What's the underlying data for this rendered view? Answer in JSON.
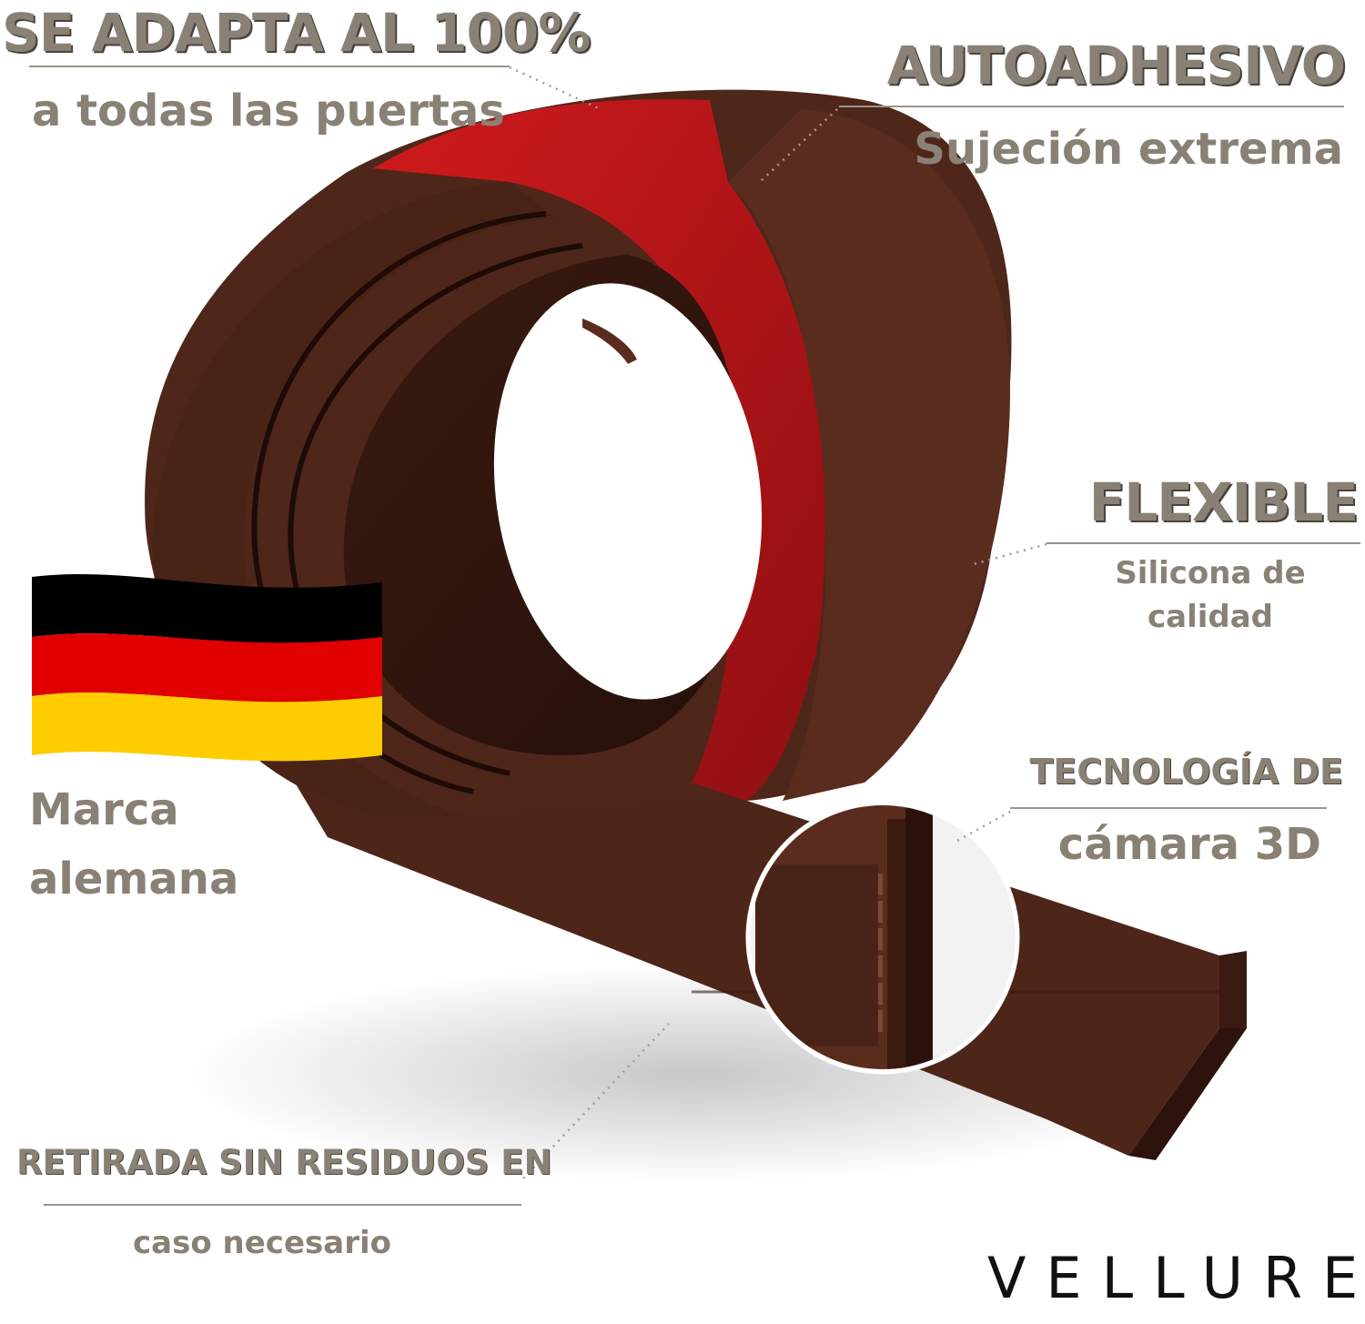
{
  "callouts": {
    "fit_title": "SE ADAPTA AL 100%",
    "fit_sub": "a todas las puertas",
    "adhesive_title": "AUTOADHESIVO",
    "adhesive_sub": "Sujeción extrema",
    "flexible_title": "FLEXIBLE",
    "flexible_sub_1": "Silicona de",
    "flexible_sub_2": "calidad",
    "tech_title": "TECNOLOGÍA DE",
    "tech_sub": "cámara 3D",
    "german_1": "Marca",
    "german_2": "alemana",
    "removal_title": "RETIRADA SIN RESIDUOS EN",
    "removal_sub": "caso necesario"
  },
  "brand": "VELLURE",
  "colors": {
    "text": "#8a8176",
    "seal_brown": "#4b2419",
    "seal_dark": "#2e140d",
    "adhesive_red": "#b3141a",
    "flag_black": "#000000",
    "flag_red": "#e00000",
    "flag_gold": "#ffcc00"
  }
}
